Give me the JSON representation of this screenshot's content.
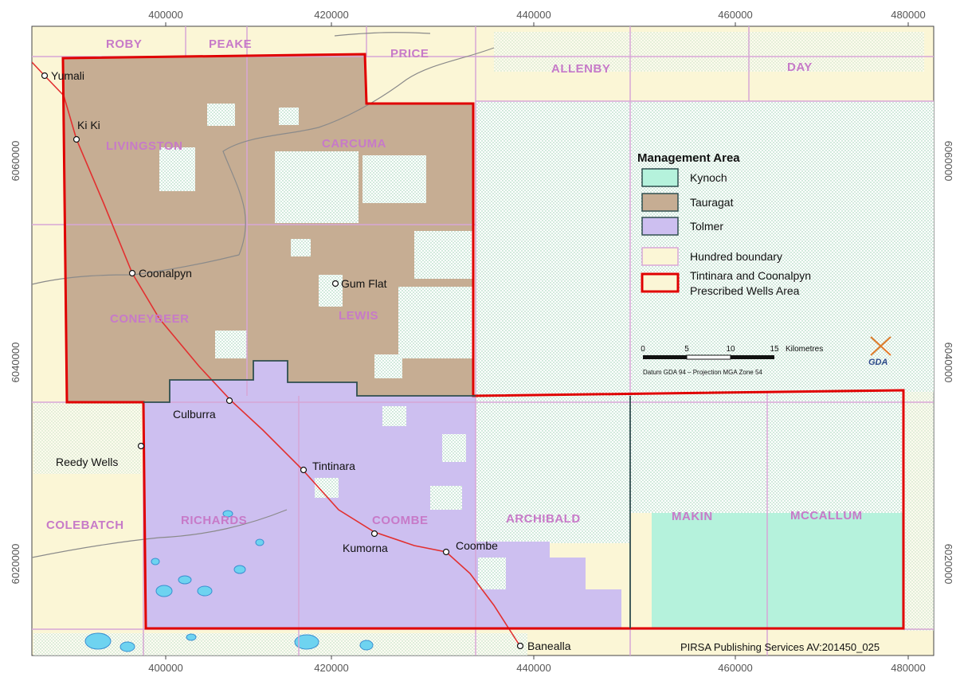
{
  "colors": {
    "background": "#fbf6d6",
    "kynoch": "#b5f2dc",
    "tauragat": "#c6ad93",
    "tolmer": "#cdbff0",
    "hundred_boundary": "#d7a6d6",
    "prescribed_area": "#e00000",
    "road": "#e23030",
    "water": "#6ed3f0",
    "hundred_label": "#c77ac8",
    "terrain_line": "#8a8a8a"
  },
  "x_ticks_top": [
    "400000",
    "420000",
    "440000",
    "460000",
    "480000"
  ],
  "x_ticks_bottom": [
    "400000",
    "420000",
    "440000",
    "460000",
    "480000"
  ],
  "y_ticks_left": [
    "6060000",
    "6040000",
    "6020000"
  ],
  "y_ticks_right": [
    "6060000",
    "6040000",
    "6020000"
  ],
  "hundreds": [
    {
      "name": "ROBY"
    },
    {
      "name": "PEAKE"
    },
    {
      "name": "PRICE"
    },
    {
      "name": "ALLENBY"
    },
    {
      "name": "DAY"
    },
    {
      "name": "LIVINGSTON"
    },
    {
      "name": "CARCUMA"
    },
    {
      "name": "CONEYBEER"
    },
    {
      "name": "LEWIS"
    },
    {
      "name": "COLEBATCH"
    },
    {
      "name": "RICHARDS"
    },
    {
      "name": "COOMBE"
    },
    {
      "name": "ARCHIBALD"
    },
    {
      "name": "MAKIN"
    },
    {
      "name": "MCCALLUM"
    }
  ],
  "towns": [
    {
      "name": "Yumali"
    },
    {
      "name": "Ki Ki"
    },
    {
      "name": "Coonalpyn"
    },
    {
      "name": "Gum Flat"
    },
    {
      "name": "Culburra"
    },
    {
      "name": "Reedy Wells"
    },
    {
      "name": "Tintinara"
    },
    {
      "name": "Kumorna"
    },
    {
      "name": "Coombe"
    },
    {
      "name": "Banealla"
    }
  ],
  "legend": {
    "title": "Management Area",
    "kynoch": "Kynoch",
    "tauragat": "Tauragat",
    "tolmer": "Tolmer",
    "hundred": "Hundred boundary",
    "prescribed_line1": "Tintinara and Coonalpyn",
    "prescribed_line2": "Prescribed Wells Area"
  },
  "scalebar": {
    "labels": [
      "0",
      "5",
      "10",
      "15"
    ],
    "unit": "Kilometres",
    "datum": "Datum GDA 94 – Projection MGA Zone 54"
  },
  "logo_text": "GDA",
  "credit": "PIRSA Publishing Services  AV:201450_025"
}
